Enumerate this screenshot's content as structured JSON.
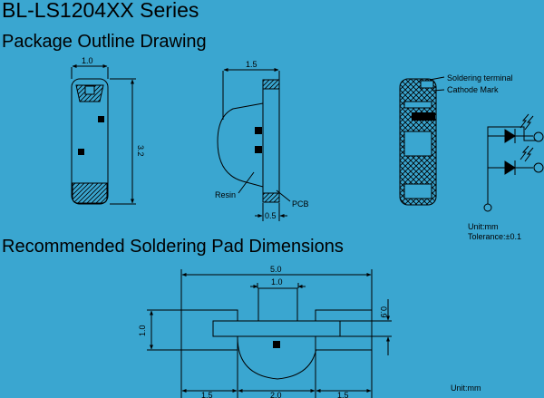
{
  "titles": {
    "series": "BL-LS1204XX Series",
    "outline": "Package Outline Drawing",
    "pad": "Recommended Soldering Pad Dimensions"
  },
  "dims": {
    "top_width": "1.0",
    "top_height": "3.2",
    "side_width": "1.5",
    "pcb_thickness": "0.5",
    "pad_total": "5.0",
    "pad_center_w": "1.0",
    "pad_h_left": "1.0",
    "pad_h_right": "0.9",
    "pad_seg_left": "1.5",
    "pad_seg_mid": "2.0",
    "pad_seg_right": "1.5"
  },
  "labels": {
    "resin": "Resin",
    "pcb": "PCB",
    "soldering_terminal": "Soldering terminal",
    "cathode_mark": "Cathode Mark"
  },
  "notes": {
    "unit1": "Unit:mm",
    "tolerance": "Tolerance:±0.1",
    "unit2": "Unit:mm"
  },
  "colors": {
    "background": "#3aa6d0",
    "line": "#000000"
  }
}
